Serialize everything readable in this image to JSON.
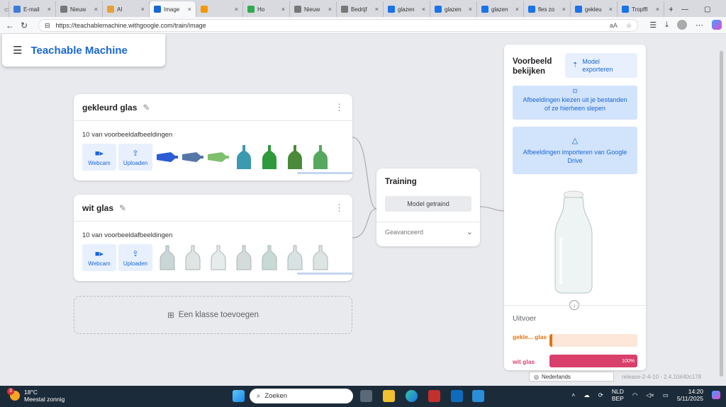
{
  "browser": {
    "tabs": [
      {
        "title": "E-mail",
        "icon": "mail-icon",
        "color": "#3b7ddd"
      },
      {
        "title": "Nieuw",
        "icon": "page-icon",
        "color": "#777777"
      },
      {
        "title": "AI",
        "icon": "ai-icon",
        "color": "#e8a13a"
      },
      {
        "title": "Image",
        "icon": "tm-icon",
        "color": "#1967d2",
        "active": true
      },
      {
        "title": "",
        "icon": "tm-icon",
        "color": "#f29900"
      },
      {
        "title": "Ho",
        "icon": "check-icon",
        "color": "#34a853"
      },
      {
        "title": "Nieuw",
        "icon": "page-icon",
        "color": "#777777"
      },
      {
        "title": "Bedrijf",
        "icon": "globe-icon",
        "color": "#777777"
      },
      {
        "title": "glazen",
        "icon": "search-icon",
        "color": "#1a73e8"
      },
      {
        "title": "glazen",
        "icon": "search-icon",
        "color": "#1a73e8"
      },
      {
        "title": "glazen",
        "icon": "search-icon",
        "color": "#1a73e8"
      },
      {
        "title": "fles zo",
        "icon": "search-icon",
        "color": "#1a73e8"
      },
      {
        "title": "gekleu",
        "icon": "search-icon",
        "color": "#1a73e8"
      },
      {
        "title": "Tropffl",
        "icon": "bookmark-icon",
        "color": "#1a73e8"
      }
    ],
    "url": "https://teachablemachine.withgoogle.com/train/image"
  },
  "app": {
    "brand": "Teachable Machine"
  },
  "classes": [
    {
      "name": "gekleurd glas",
      "count_text": "10 van voorbeeldafbeeldingen",
      "webcam": "Webcam",
      "upload": "Uploaden",
      "thumb_colors": [
        "#2b5cd6",
        "#5577a8",
        "#7fbf6e",
        "#3b9ab0",
        "#2e9a3c",
        "#4a8a3a",
        "#55a85e"
      ]
    },
    {
      "name": "wit glas",
      "count_text": "10 van voorbeeldafbeeldingen",
      "webcam": "Webcam",
      "upload": "Uploaden",
      "thumb_colors": [
        "#c9d6d6",
        "#dfe5e5",
        "#e6ecec",
        "#d5dbdb",
        "#c7dad6",
        "#d9e2e2",
        "#dde4e4"
      ]
    }
  ],
  "add_class": "Een klasse toevoegen",
  "training": {
    "title": "Training",
    "button": "Model getraind",
    "advanced": "Geavanceerd"
  },
  "preview": {
    "title": "Voorbeeld bekijken",
    "export": "Model exporteren",
    "files_box": "Afbeeldingen kiezen uit je bestanden of ze hierheen slepen",
    "drive_box": "Afbeeldingen importeren van Google Drive",
    "output_title": "Uitvoer",
    "outputs": [
      {
        "label": "gekle... glas",
        "value": 0.0,
        "color": "#e8710a",
        "bg": "#fde7d9",
        "text": ""
      },
      {
        "label": "wit glas",
        "value": 1.0,
        "color": "#d93f6b",
        "bg": "#f9d0dd",
        "text": "100%"
      }
    ]
  },
  "footer": {
    "language": "Nederlands",
    "release": "release-2-4-10 - 2.4.10#40c178"
  },
  "taskbar": {
    "temp": "18°C",
    "weather": "Meestal zonnig",
    "weather_badge": "3",
    "search": "Zoeken",
    "lang1": "NLD",
    "lang2": "BEP",
    "time": "14:20",
    "date": "5/11/2025"
  }
}
